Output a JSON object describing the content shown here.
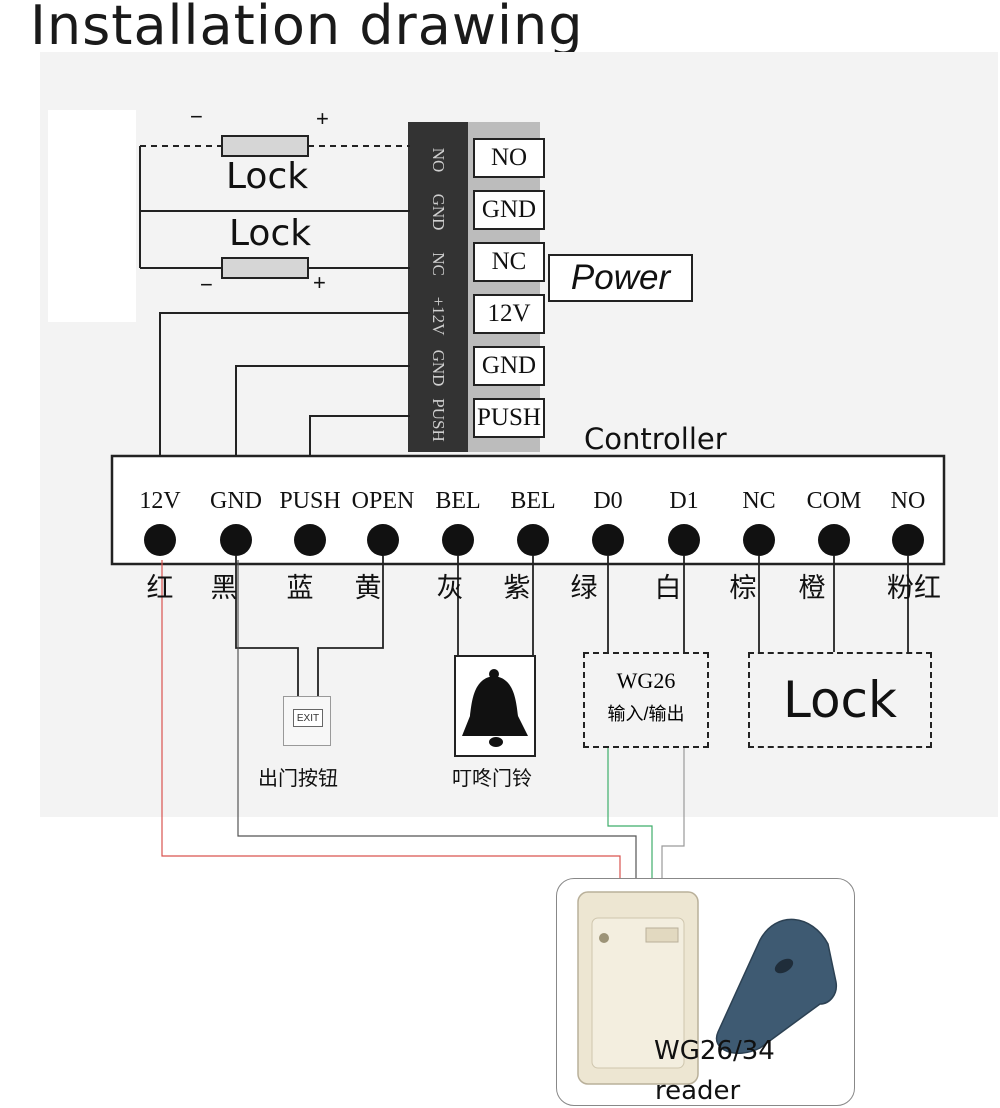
{
  "title": "Installation drawing",
  "locks": {
    "top": {
      "label": "Lock",
      "minus": "−",
      "plus": "+"
    },
    "bottom": {
      "label": "Lock",
      "minus": "−",
      "plus": "+"
    }
  },
  "terminal_block": {
    "strip_labels": [
      "NO",
      "GND",
      "NC",
      "+12V",
      "GND",
      "PUSH"
    ],
    "labels": [
      "NO",
      "GND",
      "NC",
      "12V",
      "GND",
      "PUSH"
    ]
  },
  "power_label": "Power",
  "controller": {
    "label": "Controller",
    "pins": [
      {
        "label": "12V",
        "color": "红"
      },
      {
        "label": "GND",
        "color": "黑"
      },
      {
        "label": "PUSH",
        "color": "蓝"
      },
      {
        "label": "OPEN",
        "color": "黄"
      },
      {
        "label": "BEL",
        "color": "灰"
      },
      {
        "label": "BEL",
        "color": "紫"
      },
      {
        "label": "D0",
        "color": "绿"
      },
      {
        "label": "D1",
        "color": "白"
      },
      {
        "label": "NC",
        "color": "棕"
      },
      {
        "label": "COM",
        "color": "橙"
      },
      {
        "label": "NO",
        "color": "粉红"
      }
    ]
  },
  "exit_button": {
    "caption": "出门按钮",
    "face_text": "EXIT"
  },
  "doorbell": {
    "caption": "叮咚门铃"
  },
  "wiegand_box": {
    "line1": "WG26",
    "line2": "输入/输出"
  },
  "lock_box": {
    "label": "Lock"
  },
  "reader": {
    "line1": "WG26/34",
    "line2": "reader"
  },
  "colors": {
    "wire_black": "#222222",
    "wire_red": "#d9534f",
    "wire_green": "#3fae6b",
    "wire_white": "#9a9a9a",
    "reader_beige": "#ede6d2",
    "fob_blue": "#3e5a72"
  }
}
